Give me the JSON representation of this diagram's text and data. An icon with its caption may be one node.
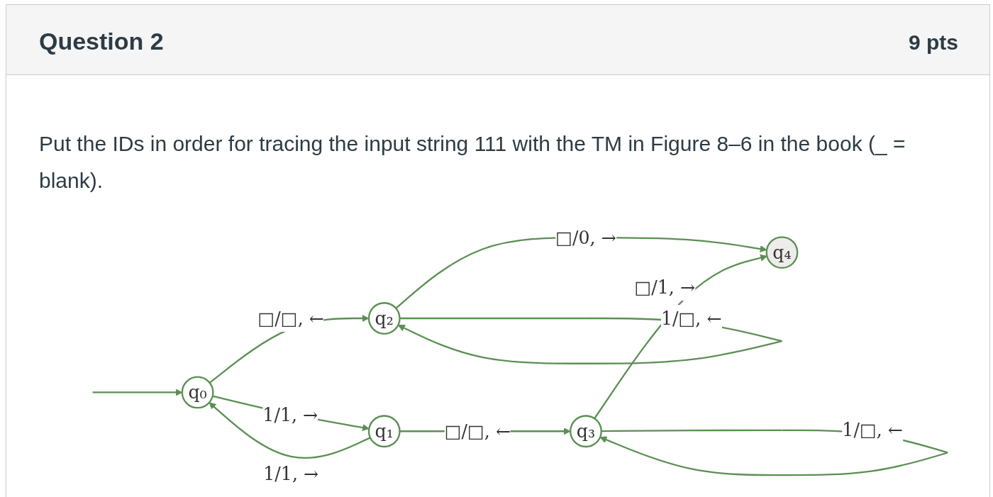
{
  "diagram": {
    "title": "Question 2",
    "nodes": [
      {
        "text": [
          "q₀"
        ]
      },
      {
        "text": [
          "q₁"
        ]
      },
      {
        "text": [
          "q₂"
        ]
      },
      {
        "text": [
          "q₄"
        ]
      },
      {
        "text": [
          "q₃"
        ]
      }
    ],
    "edges": [
      {
        "from": null,
        "to": 0,
        "arrow": "to"
      },
      {
        "from": 0,
        "to": 1,
        "label": "1/1, →",
        "arrow": "to"
      },
      {
        "from": 1,
        "to": 0,
        "label": "1/1, →",
        "arrow": "to"
      },
      {
        "from": 0,
        "to": 2,
        "label": "□/□, ←",
        "arrow": "to"
      },
      {
        "from": 1,
        "to": 4,
        "label": "□/□, ←",
        "arrow": "to"
      },
      {
        "from": 2,
        "to": 2,
        "label": "1/□, ←",
        "arrow": "to"
      },
      {
        "from": 4,
        "to": 4,
        "label": "1/□, ←",
        "arrow": "to"
      },
      {
        "from": 2,
        "to": 3,
        "label": "□/0, →",
        "arrow": "to"
      },
      {
        "from": 4,
        "to": 3,
        "label": "□/1, →",
        "arrow": "to"
      }
    ],
    "labels": [
      "9 pts",
      "Put the IDs in order for tracing the input string 111 with the TM in Figure 8–6 in the book (_ = blank)."
    ]
  }
}
